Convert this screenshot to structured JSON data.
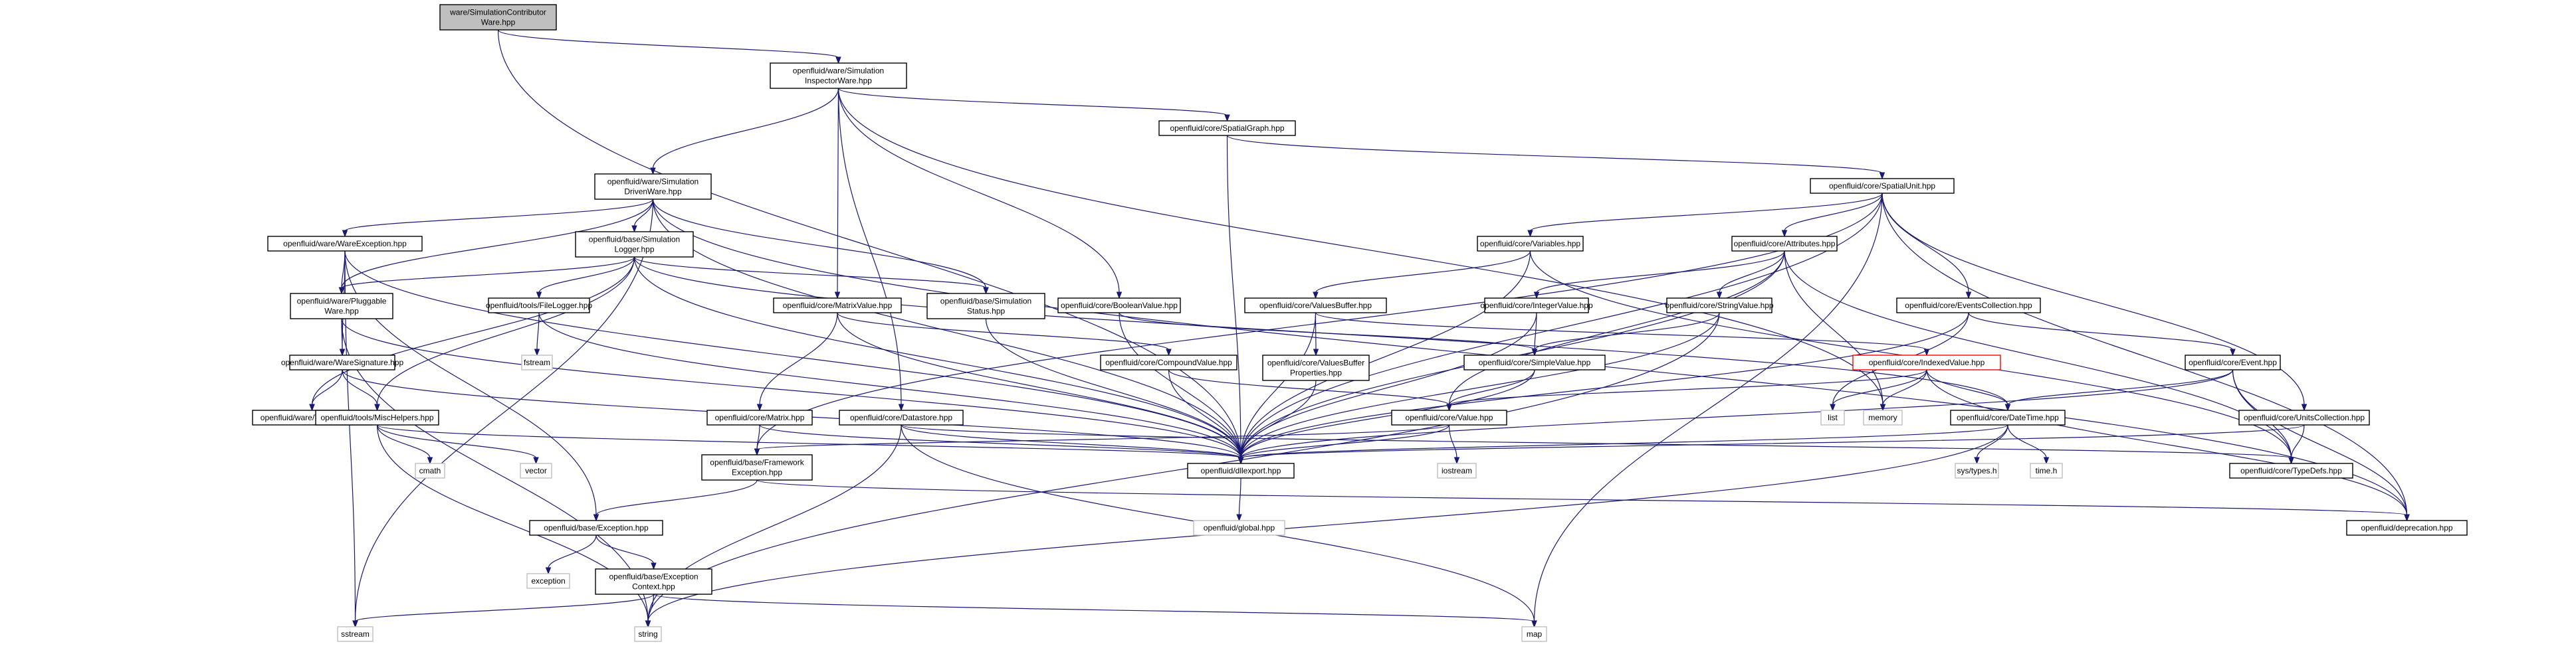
{
  "graph": {
    "nodes": {
      "n0": {
        "lines": [
          "ware/SimulationContributor",
          "Ware.hpp"
        ],
        "style": "root"
      },
      "n1": {
        "lines": [
          "openfluid/ware/Simulation",
          "InspectorWare.hpp"
        ]
      },
      "n2": {
        "lines": [
          "openfluid/core/SpatialGraph.hpp"
        ]
      },
      "n3": {
        "lines": [
          "openfluid/ware/Simulation",
          "DrivenWare.hpp"
        ]
      },
      "n4": {
        "lines": [
          "openfluid/core/SpatialUnit.hpp"
        ]
      },
      "n5": {
        "lines": [
          "openfluid/ware/WareException.hpp"
        ]
      },
      "n6": {
        "lines": [
          "openfluid/base/Simulation",
          "Logger.hpp"
        ]
      },
      "n7": {
        "lines": [
          "openfluid/core/Variables.hpp"
        ]
      },
      "n8": {
        "lines": [
          "openfluid/core/Attributes.hpp"
        ]
      },
      "n9": {
        "lines": [
          "openfluid/ware/Pluggable",
          "Ware.hpp"
        ]
      },
      "n10": {
        "lines": [
          "openfluid/tools/FileLogger.hpp"
        ]
      },
      "n11": {
        "lines": [
          "openfluid/core/MatrixValue.hpp"
        ]
      },
      "n12": {
        "lines": [
          "openfluid/base/Simulation",
          "Status.hpp"
        ]
      },
      "n13": {
        "lines": [
          "openfluid/core/BooleanValue.hpp"
        ]
      },
      "n14": {
        "lines": [
          "openfluid/core/ValuesBuffer.hpp"
        ]
      },
      "n15": {
        "lines": [
          "openfluid/core/IntegerValue.hpp"
        ]
      },
      "n16": {
        "lines": [
          "openfluid/core/StringValue.hpp"
        ]
      },
      "n17": {
        "lines": [
          "openfluid/core/EventsCollection.hpp"
        ]
      },
      "n18": {
        "lines": [
          "openfluid/ware/WareSignature.hpp"
        ]
      },
      "n19": {
        "lines": [
          "fstream"
        ],
        "style": "system"
      },
      "n20": {
        "lines": [
          "openfluid/core/CompoundValue.hpp"
        ]
      },
      "n21": {
        "lines": [
          "openfluid/core/ValuesBuffer",
          "Properties.hpp"
        ]
      },
      "n22": {
        "lines": [
          "openfluid/core/SimpleValue.hpp"
        ]
      },
      "n23": {
        "lines": [
          "openfluid/core/IndexedValue.hpp"
        ],
        "style": "red"
      },
      "n24": {
        "lines": [
          "openfluid/core/Event.hpp"
        ]
      },
      "n25": {
        "lines": [
          "openfluid/ware/TypeDefs.hpp"
        ]
      },
      "n26": {
        "lines": [
          "openfluid/tools/MiscHelpers.hpp"
        ]
      },
      "n27": {
        "lines": [
          "openfluid/core/Matrix.hpp"
        ]
      },
      "n28": {
        "lines": [
          "openfluid/core/Datastore.hpp"
        ]
      },
      "n29": {
        "lines": [
          "openfluid/core/Value.hpp"
        ]
      },
      "n30": {
        "lines": [
          "list"
        ],
        "style": "system"
      },
      "n31": {
        "lines": [
          "memory"
        ],
        "style": "system"
      },
      "n32": {
        "lines": [
          "openfluid/core/DateTime.hpp"
        ]
      },
      "n33": {
        "lines": [
          "openfluid/core/UnitsCollection.hpp"
        ]
      },
      "n34": {
        "lines": [
          "openfluid/dllexport.hpp"
        ]
      },
      "n35": {
        "lines": [
          "openfluid/core/TypeDefs.hpp"
        ]
      },
      "n36": {
        "lines": [
          "cmath"
        ],
        "style": "system"
      },
      "n37": {
        "lines": [
          "vector"
        ],
        "style": "system"
      },
      "n38": {
        "lines": [
          "openfluid/base/Framework",
          "Exception.hpp"
        ]
      },
      "n39": {
        "lines": [
          "iostream"
        ],
        "style": "system"
      },
      "n40": {
        "lines": [
          "sys/types.h"
        ],
        "style": "system"
      },
      "n41": {
        "lines": [
          "time.h"
        ],
        "style": "system"
      },
      "n42": {
        "lines": [
          "openfluid/global.hpp"
        ],
        "style": "system"
      },
      "n43": {
        "lines": [
          "openfluid/base/Exception.hpp"
        ]
      },
      "n44": {
        "lines": [
          "openfluid/deprecation.hpp"
        ]
      },
      "n45": {
        "lines": [
          "exception"
        ],
        "style": "system"
      },
      "n46": {
        "lines": [
          "openfluid/base/Exception",
          "Context.hpp"
        ]
      },
      "n47": {
        "lines": [
          "sstream"
        ],
        "style": "system"
      },
      "n48": {
        "lines": [
          "string"
        ],
        "style": "system"
      },
      "n49": {
        "lines": [
          "map"
        ],
        "style": "system"
      }
    },
    "edges": [
      [
        "n0",
        "n1"
      ],
      [
        "n0",
        "n34"
      ],
      [
        "n1",
        "n2"
      ],
      [
        "n1",
        "n3"
      ],
      [
        "n1",
        "n11"
      ],
      [
        "n1",
        "n13"
      ],
      [
        "n1",
        "n28"
      ],
      [
        "n1",
        "n31"
      ],
      [
        "n2",
        "n4"
      ],
      [
        "n2",
        "n34"
      ],
      [
        "n3",
        "n5"
      ],
      [
        "n3",
        "n6"
      ],
      [
        "n3",
        "n9"
      ],
      [
        "n3",
        "n12"
      ],
      [
        "n3",
        "n34"
      ],
      [
        "n3",
        "n47"
      ],
      [
        "n3",
        "n44"
      ],
      [
        "n4",
        "n7"
      ],
      [
        "n4",
        "n8"
      ],
      [
        "n4",
        "n17"
      ],
      [
        "n4",
        "n33"
      ],
      [
        "n4",
        "n34"
      ],
      [
        "n4",
        "n44"
      ],
      [
        "n4",
        "n49"
      ],
      [
        "n4",
        "n38"
      ],
      [
        "n5",
        "n9"
      ],
      [
        "n5",
        "n18"
      ],
      [
        "n5",
        "n34"
      ],
      [
        "n5",
        "n43"
      ],
      [
        "n5",
        "n47"
      ],
      [
        "n6",
        "n9"
      ],
      [
        "n6",
        "n10"
      ],
      [
        "n6",
        "n12"
      ],
      [
        "n6",
        "n26"
      ],
      [
        "n6",
        "n25"
      ],
      [
        "n6",
        "n32"
      ],
      [
        "n6",
        "n34"
      ],
      [
        "n7",
        "n14"
      ],
      [
        "n7",
        "n34"
      ],
      [
        "n7",
        "n35"
      ],
      [
        "n8",
        "n15"
      ],
      [
        "n8",
        "n16"
      ],
      [
        "n8",
        "n29"
      ],
      [
        "n8",
        "n34"
      ],
      [
        "n8",
        "n35"
      ],
      [
        "n8",
        "n31"
      ],
      [
        "n9",
        "n18"
      ],
      [
        "n9",
        "n34"
      ],
      [
        "n9",
        "n48"
      ],
      [
        "n10",
        "n19"
      ],
      [
        "n10",
        "n34"
      ],
      [
        "n11",
        "n20"
      ],
      [
        "n11",
        "n27"
      ],
      [
        "n11",
        "n34"
      ],
      [
        "n12",
        "n34"
      ],
      [
        "n13",
        "n22"
      ],
      [
        "n13",
        "n34"
      ],
      [
        "n14",
        "n21"
      ],
      [
        "n14",
        "n23"
      ],
      [
        "n14",
        "n34"
      ],
      [
        "n15",
        "n22"
      ],
      [
        "n15",
        "n34"
      ],
      [
        "n16",
        "n22"
      ],
      [
        "n16",
        "n34"
      ],
      [
        "n16",
        "n48"
      ],
      [
        "n17",
        "n24"
      ],
      [
        "n17",
        "n30"
      ],
      [
        "n17",
        "n34"
      ],
      [
        "n18",
        "n25"
      ],
      [
        "n18",
        "n26"
      ],
      [
        "n18",
        "n34"
      ],
      [
        "n20",
        "n29"
      ],
      [
        "n20",
        "n34"
      ],
      [
        "n21",
        "n34"
      ],
      [
        "n22",
        "n29"
      ],
      [
        "n22",
        "n34"
      ],
      [
        "n23",
        "n29"
      ],
      [
        "n23",
        "n30"
      ],
      [
        "n23",
        "n31"
      ],
      [
        "n23",
        "n32"
      ],
      [
        "n23",
        "n44"
      ],
      [
        "n24",
        "n32"
      ],
      [
        "n24",
        "n34"
      ],
      [
        "n24",
        "n35"
      ],
      [
        "n24",
        "n44"
      ],
      [
        "n26",
        "n34"
      ],
      [
        "n26",
        "n36"
      ],
      [
        "n26",
        "n37"
      ],
      [
        "n26",
        "n48"
      ],
      [
        "n27",
        "n38"
      ],
      [
        "n27",
        "n34"
      ],
      [
        "n28",
        "n34"
      ],
      [
        "n28",
        "n48"
      ],
      [
        "n28",
        "n49"
      ],
      [
        "n28",
        "n35"
      ],
      [
        "n29",
        "n34"
      ],
      [
        "n29",
        "n38"
      ],
      [
        "n29",
        "n39"
      ],
      [
        "n32",
        "n34"
      ],
      [
        "n32",
        "n40"
      ],
      [
        "n32",
        "n41"
      ],
      [
        "n32",
        "n48"
      ],
      [
        "n33",
        "n34"
      ],
      [
        "n33",
        "n35"
      ],
      [
        "n34",
        "n42"
      ],
      [
        "n38",
        "n43"
      ],
      [
        "n38",
        "n44"
      ],
      [
        "n43",
        "n45"
      ],
      [
        "n43",
        "n46"
      ],
      [
        "n46",
        "n47"
      ],
      [
        "n46",
        "n48"
      ],
      [
        "n46",
        "n49"
      ]
    ]
  }
}
